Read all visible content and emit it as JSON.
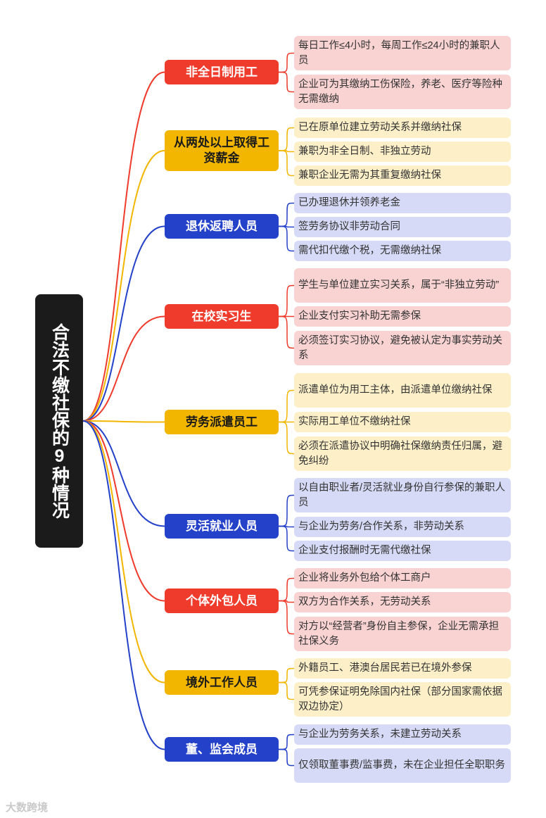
{
  "root": {
    "title": "合法不缴社保的9种情况"
  },
  "colors": {
    "red": "#ef3b2c",
    "yellow": "#f2b600",
    "blue": "#2441c9"
  },
  "branches": [
    {
      "label": "非全日制用工",
      "color": "red",
      "items": [
        "每日工作≤4小时，每周工作≤24小时的兼职人员",
        "企业可为其缴纳工伤保险，养老、医疗等险种无需缴纳"
      ]
    },
    {
      "label": "从两处以上取得工资薪金",
      "color": "yellow",
      "items": [
        "已在原单位建立劳动关系并缴纳社保",
        "兼职为非全日制、非独立劳动",
        "兼职企业无需为其重复缴纳社保"
      ]
    },
    {
      "label": "退休返聘人员",
      "color": "blue",
      "items": [
        "已办理退休并领养老金",
        "签劳务协议非劳动合同",
        "需代扣代缴个税，无需缴纳社保"
      ]
    },
    {
      "label": "在校实习生",
      "color": "red",
      "items": [
        "学生与单位建立实习关系，属于“非独立劳动”",
        "企业支付实习补助无需参保",
        "必须签订实习协议，避免被认定为事实劳动关系"
      ]
    },
    {
      "label": "劳务派遣员工",
      "color": "yellow",
      "items": [
        "派遣单位为用工主体，由派遣单位缴纳社保",
        "实际用工单位不缴纳社保",
        "必须在派遣协议中明确社保缴纳责任归属，避免纠纷"
      ]
    },
    {
      "label": "灵活就业人员",
      "color": "blue",
      "items": [
        "以自由职业者/灵活就业身份自行参保的兼职人员",
        "与企业为劳务/合作关系，非劳动关系",
        "企业支付报酬时无需代缴社保"
      ]
    },
    {
      "label": "个体外包人员",
      "color": "red",
      "items": [
        "企业将业务外包给个体工商户",
        "双方为合作关系，无劳动关系",
        "对方以“经营者”身份自主参保，企业无需承担社保义务"
      ]
    },
    {
      "label": "境外工作人员",
      "color": "yellow",
      "items": [
        "外籍员工、港澳台居民若已在境外参保",
        "可凭参保证明免除国内社保（部分国家需依据双边协定）"
      ]
    },
    {
      "label": "董、监会成员",
      "color": "blue",
      "items": [
        "与企业为劳务关系，未建立劳动关系",
        "仅领取董事费/监事费，未在企业担任全职职务"
      ]
    }
  ],
  "watermark": "大数跨境"
}
